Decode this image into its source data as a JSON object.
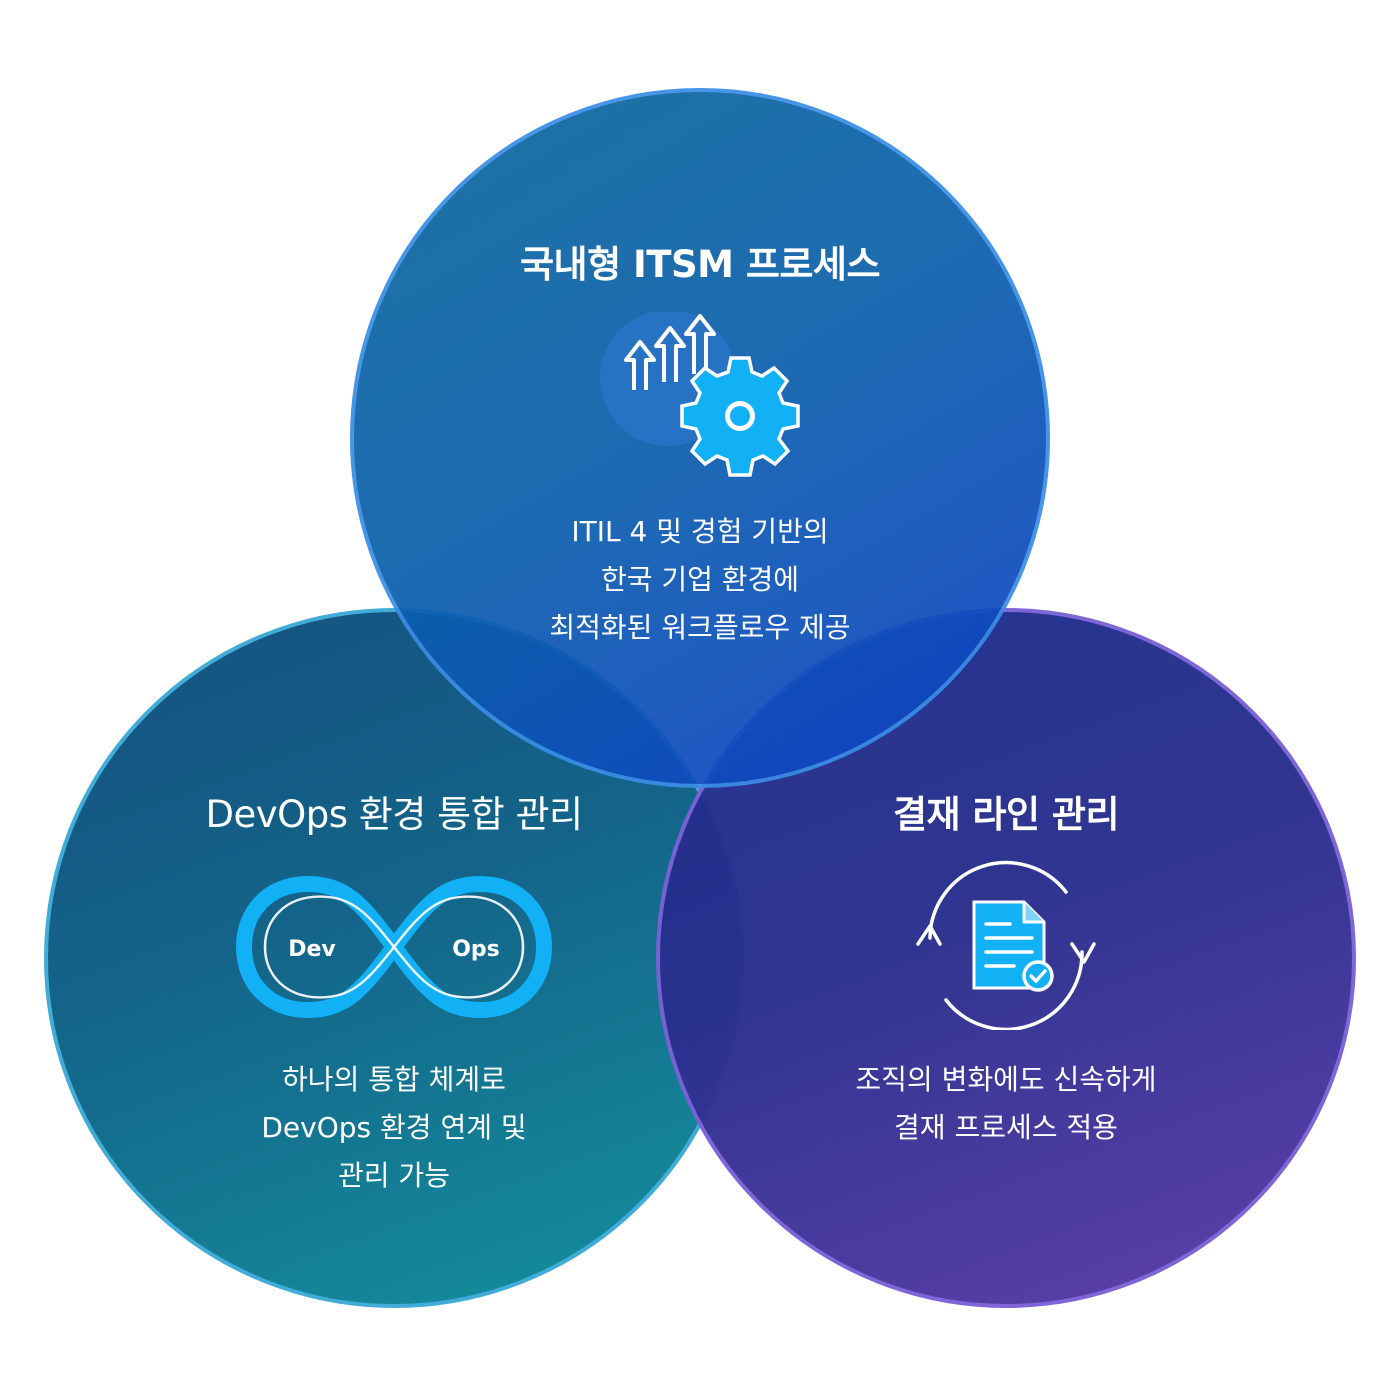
{
  "circles": {
    "top": {
      "title": "국내형 ITSM 프로세스",
      "icon": "gear-arrows-icon",
      "lines": [
        "ITIL 4 및 경험 기반의",
        "한국 기업 환경에",
        "최적화된 워크플로우 제공"
      ]
    },
    "left": {
      "title": "DevOps 환경 통합 관리",
      "icon": "devops-infinity-icon",
      "icon_labels": {
        "left": "Dev",
        "right": "Ops"
      },
      "lines": [
        "하나의 통합 체계로",
        "DevOps 환경 연계 및",
        "관리 가능"
      ]
    },
    "right": {
      "title": "결재 라인 관리",
      "icon": "document-cycle-icon",
      "lines": [
        "조직의 변화에도 신속하게",
        "결재 프로세스 적용"
      ]
    }
  },
  "colors": {
    "icon_accent": "#12b0f5",
    "left_border": "#3aa9d6",
    "right_border": "#7a62d8",
    "top_border": "#3a8de6"
  }
}
